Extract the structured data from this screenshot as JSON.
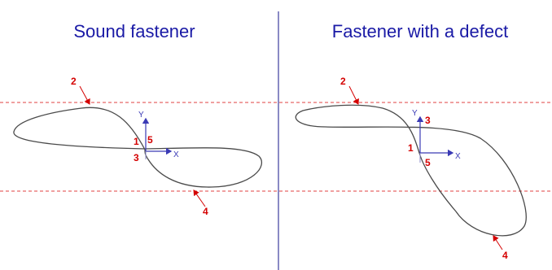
{
  "left_panel": {
    "title": "Sound fastener",
    "labels": {
      "l1": "1",
      "l2": "2",
      "l3": "3",
      "l4": "4",
      "l5": "5"
    },
    "axes": {
      "x": "X",
      "y": "Y"
    }
  },
  "right_panel": {
    "title": "Fastener with a defect",
    "labels": {
      "l1": "1",
      "l2": "2",
      "l3": "3",
      "l4": "4",
      "l5": "5"
    },
    "axes": {
      "x": "X",
      "y": "Y"
    }
  },
  "colors": {
    "background": "#ffffff",
    "title": "#1a1aa6",
    "divider": "#3b3b9e",
    "dashed_reference": "#e04040",
    "curve": "#4a4a4a",
    "axes": "#3a3ab5",
    "labels": "#d40000",
    "leader": "#d40000"
  }
}
